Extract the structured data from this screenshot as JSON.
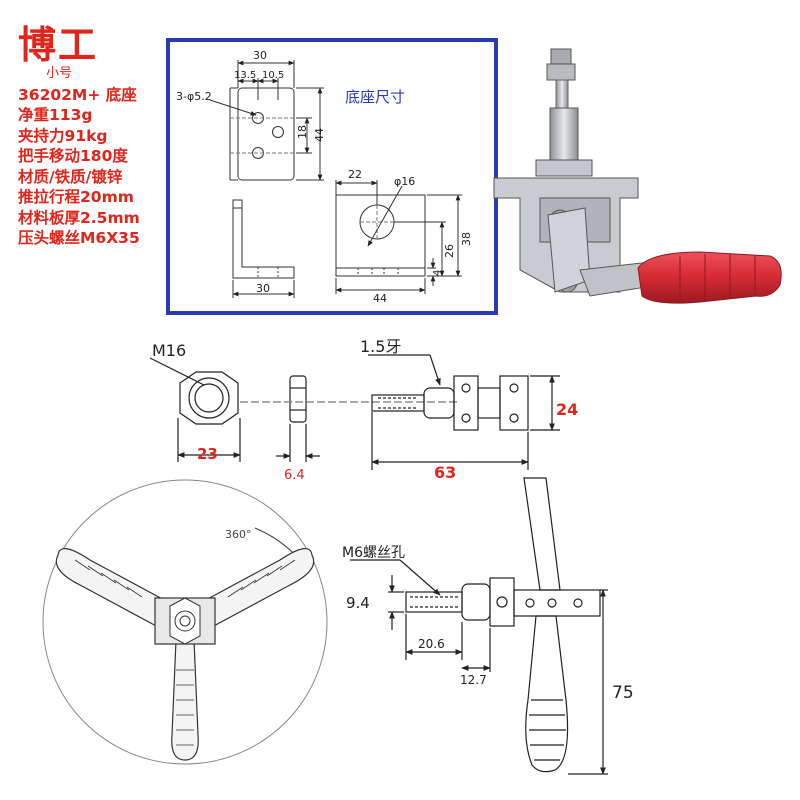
{
  "brand": "博工",
  "specs": {
    "model_size": "小号",
    "model": "36202M+ 底座",
    "net_weight": "净重113g",
    "clamp_force": "夹持力91kg",
    "handle_travel": "把手移动180度",
    "material": "材质/铁质/镀锌",
    "stroke": "推拉行程20mm",
    "plate_thickness": "材料板厚2.5mm",
    "press_screw": "压头螺丝M6X35"
  },
  "base_box": {
    "title": "底座尺寸",
    "holes": "3-φ5.2",
    "dim_30_top": "30",
    "dim_13_5": "13.5",
    "dim_10_5": "10.5",
    "dim_18": "18",
    "dim_44_side": "44",
    "dim_30_bottom": "30",
    "dim_22": "22",
    "dim_phi16": "φ16",
    "dim_38": "38",
    "dim_26": "26",
    "dim_4": "4",
    "dim_44_bottom": "44"
  },
  "nut_dims": {
    "m16": "M16",
    "pitch": "1.5牙",
    "width_23": "23",
    "thick_6_4": "6.4",
    "length_63": "63",
    "height_24": "24"
  },
  "side_dims": {
    "angle": "360°",
    "screw_hole": "M6螺丝孔",
    "dim_9_4": "9.4",
    "dim_20_6": "20.6",
    "dim_12_7": "12.7",
    "dim_75": "75"
  },
  "colors": {
    "accent_red": "#e0251b",
    "box_blue": "#2a3bb4",
    "handle_red": "#d42a33"
  }
}
